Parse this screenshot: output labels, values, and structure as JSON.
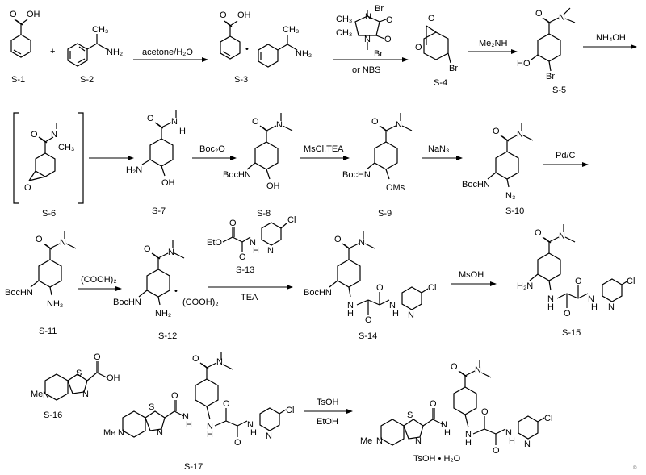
{
  "compounds": {
    "s1": "S-1",
    "s2": "S-2",
    "s3": "S-3",
    "s4": "S-4",
    "s5": "S-5",
    "s6": "S-6",
    "s7": "S-7",
    "s8": "S-8",
    "s9": "S-9",
    "s10": "S-10",
    "s11": "S-11",
    "s12": "S-12",
    "s13": "S-13",
    "s14": "S-14",
    "s15": "S-15",
    "s16": "S-16",
    "s17": "S-17"
  },
  "reagents": {
    "r1": "acetone/H₂O",
    "r2": "or NBS",
    "r3": "Me₂NH",
    "r4": "NH₄OH",
    "r5": "Boc₂O",
    "r6": "MsCl,TEA",
    "r7": "NaN₃",
    "r8": "Pd/C",
    "r9": "(COOH)₂",
    "r10": "TEA",
    "r11": "MsOH",
    "r12": "TsOH",
    "r13": "EtOH"
  },
  "atoms": {
    "plus": "+",
    "dot": "•",
    "oh": "OH",
    "ho": "HO",
    "nh2": "NH₂",
    "ch3": "CH₃",
    "br": "Br",
    "n": "N",
    "o": "O",
    "s": "S",
    "cl": "Cl",
    "h": "H",
    "n3": "N₃",
    "oms": "OMs",
    "bochn": "BocHN",
    "h2n": "H₂N",
    "et": "EtO",
    "me": "Me",
    "cooh2": "(COOH)₂",
    "tsoh_h2o": "TsOH • H₂O",
    "copyright": "©"
  }
}
